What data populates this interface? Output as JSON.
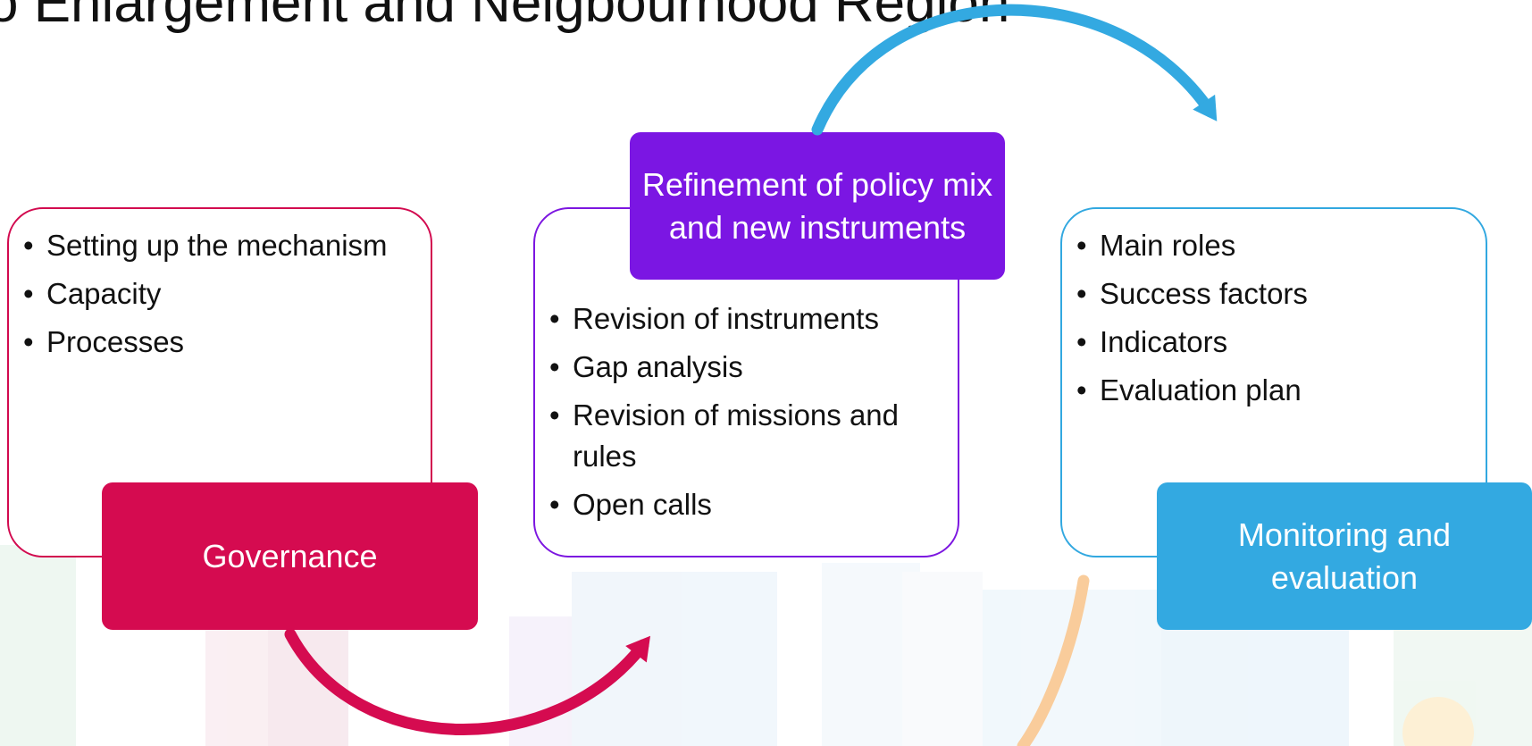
{
  "title": "o Enlargement and Neigbourhood Region",
  "stages": [
    {
      "name": "Governance",
      "color": "#d50b50",
      "bullets": [
        "Setting up the mechanism",
        "Capacity",
        "Processes"
      ]
    },
    {
      "name": "Refinement of policy mix and new instruments",
      "color": "#7b16e3",
      "bullets": [
        "Revision of instruments",
        "Gap analysis",
        "Revision of missions and rules",
        "Open calls"
      ]
    },
    {
      "name": "Monitoring and evaluation",
      "color": "#33a9e1",
      "bullets": [
        "Main roles",
        "Success factors",
        "Indicators",
        "Evaluation plan"
      ]
    }
  ],
  "arrow_colors": [
    "#d50b50",
    "#33a9e1",
    "#f9cc9b"
  ]
}
